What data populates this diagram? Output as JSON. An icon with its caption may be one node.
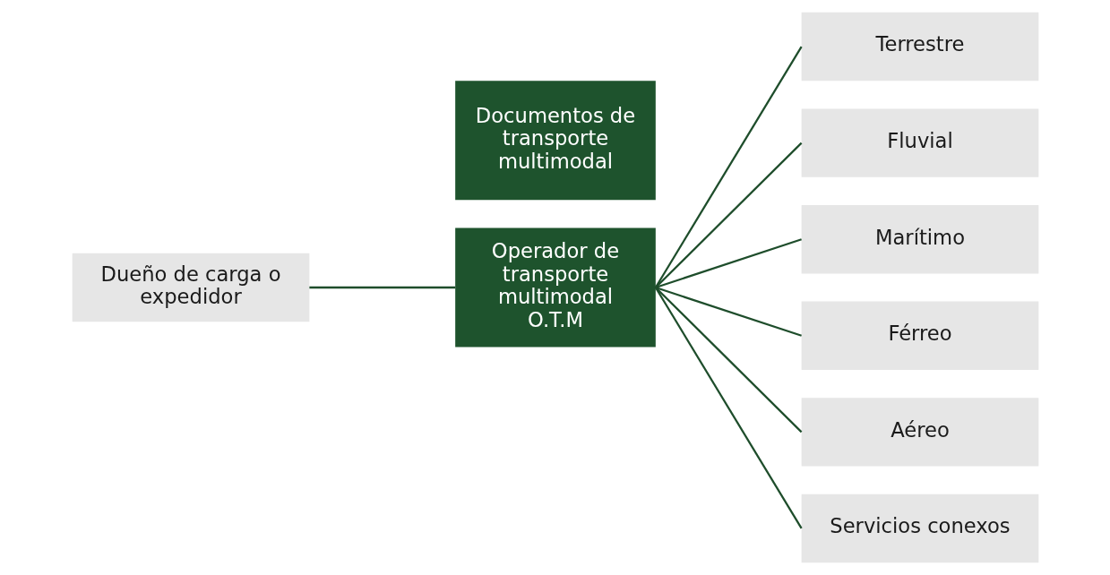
{
  "diagram": {
    "nodes": [
      {
        "text": [
          "Dueño de carga o expedidor"
        ]
      },
      {
        "text": [
          "Operador de transporte multimodal",
          "O.T.M"
        ]
      },
      {
        "text": [
          "Documentos de transporte multimodal"
        ]
      },
      {
        "text": [
          "Terrestre"
        ]
      },
      {
        "text": [
          "Fluvial"
        ]
      },
      {
        "text": [
          "Marítimo"
        ]
      },
      {
        "text": [
          "Férreo"
        ]
      },
      {
        "text": [
          "Aéreo"
        ]
      },
      {
        "text": [
          "Servicios conexos"
        ]
      }
    ],
    "edges": [
      {
        "from": 0,
        "to": 1,
        "arrow": "none"
      },
      {
        "from": 1,
        "to": 3,
        "arrow": "none"
      },
      {
        "from": 1,
        "to": 4,
        "arrow": "none"
      },
      {
        "from": 1,
        "to": 5,
        "arrow": "none"
      },
      {
        "from": 1,
        "to": 6,
        "arrow": "none"
      },
      {
        "from": 1,
        "to": 7,
        "arrow": "none"
      },
      {
        "from": 1,
        "to": 8,
        "arrow": "none"
      }
    ]
  }
}
